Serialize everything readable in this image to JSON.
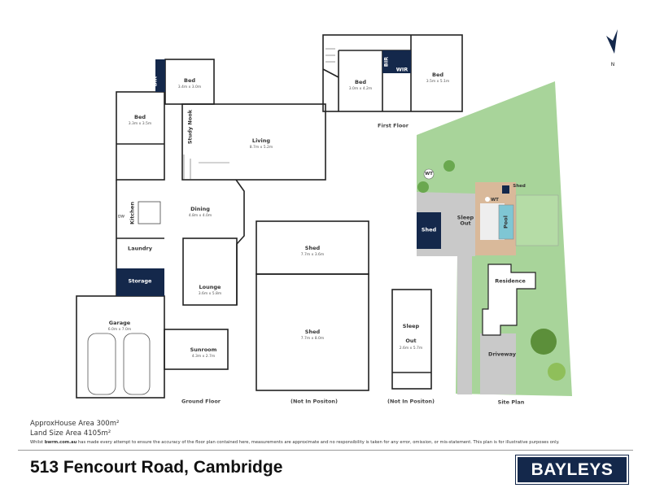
{
  "ground_floor": {
    "caption": "Ground Floor",
    "rooms": [
      {
        "name": "Bed",
        "dims": "3.4m x 3.0m"
      },
      {
        "name": "Bed",
        "dims": "3.3m x 3.5m"
      },
      {
        "name": "Living",
        "dims": "8.7m x 5.2m"
      },
      {
        "name": "Dining",
        "dims": "4.8m x 4.0m"
      },
      {
        "name": "Lounge",
        "dims": "3.6m x 5.8m"
      },
      {
        "name": "Garage",
        "dims": "6.0m x 7.0m"
      },
      {
        "name": "Sunroom",
        "dims": "4.3m x 2.7m"
      }
    ],
    "labels": {
      "bir": "BIR",
      "study": "Study Nook",
      "kitchen": "Kitchen",
      "dw": "DW",
      "laundry": "Laundry",
      "storage": "Storage"
    }
  },
  "sheds": {
    "caption": "(Not In Positon)",
    "rooms": [
      {
        "name": "Shed",
        "dims": "7.7m x 3.6m"
      },
      {
        "name": "Shed",
        "dims": "7.7m x 8.0m"
      }
    ]
  },
  "sleep_out": {
    "caption": "(Not In Positon)",
    "name": "Sleep Out",
    "dims": "2.6m x 5.7m"
  },
  "first_floor": {
    "caption": "First Floor",
    "rooms": [
      {
        "name": "Bed",
        "dims": "3.0m x 4.2m"
      },
      {
        "name": "Bed",
        "dims": "3.5m x 5.1m"
      }
    ],
    "labels": {
      "bir": "BIR",
      "wir": "WIR"
    }
  },
  "site_plan": {
    "caption": "Site Plan",
    "labels": {
      "wt": "WT",
      "shed_small": "Shed",
      "shed": "Shed",
      "sleep_out": "Sleep Out",
      "pool": "Pool",
      "residence": "Residence",
      "driveway": "Driveway"
    }
  },
  "compass": {
    "label": "N"
  },
  "footer": {
    "house_area": "ApproxHouse Area 300m²",
    "land_area": "Land Size Area 4105m²",
    "disclaimer_prefix": "Whilst ",
    "disclaimer_brand": "bwrm.com.au",
    "disclaimer_rest": " has made every attempt to ensure the accuracy of the floor plan contained here, measurements are approximate and no responsibility is taken for any error, omission, or mis-statement. This plan is for illustrative purposes only.",
    "address": "513 Fencourt Road, Cambridge",
    "logo": "BAYLEYS"
  },
  "colors": {
    "navy": "#14284b",
    "wall": "#222222",
    "grass": "#a8d49a",
    "paving": "#c9c9c9"
  }
}
